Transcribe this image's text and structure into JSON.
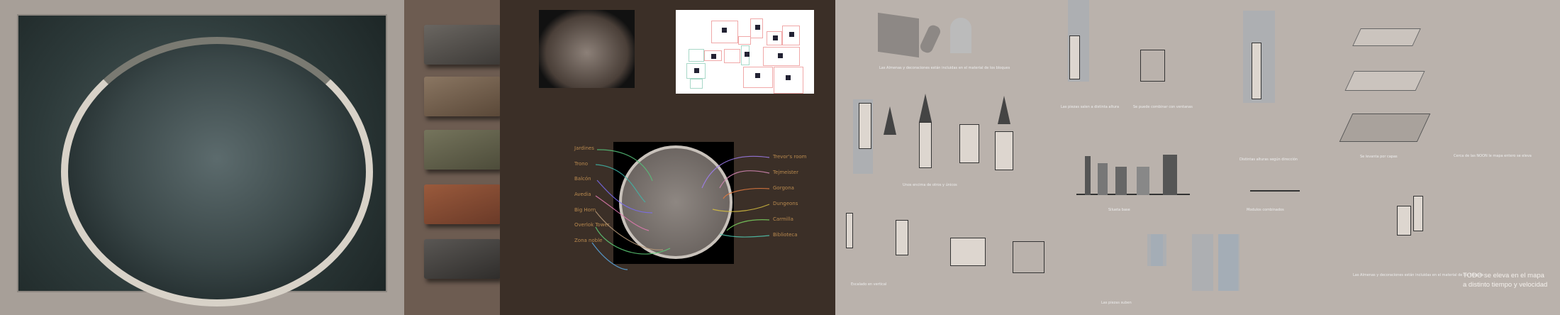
{
  "map_labels_left": [
    "Jardines",
    "Trono",
    "Balcón",
    "Avedia",
    "Big Horn",
    "Overlok Tower",
    "Zona noble"
  ],
  "map_labels_right": [
    "Trevor's room",
    "Tejmeister",
    "Gorgona",
    "Dungeons",
    "Carmilla",
    "Biblioteca"
  ],
  "captions": {
    "walls": "Las Almenas y decoraciones están incluidas en el material de los bloques",
    "towers": "Las piezas salen a distinta altura",
    "spire_merge": "Unos encima de otros y únicos",
    "building": "Se puede combinar con ventanas",
    "silhouette": "Silueta base",
    "heights": "Distintas alturas según dirección",
    "pieces": "Modulos combinados",
    "scale": "Escalado en vertical",
    "lift": "Las piezas suben",
    "stack": "Se levanta por capas",
    "noon": "Cerca de las NOON le mapa entero se eleva"
  },
  "conclusion": {
    "line1": "TODO se eleva en el mapa",
    "line2": "a distinto tiempo y velocidad"
  },
  "texture_colors": [
    "#4d4a47",
    "#6e5a48",
    "#5b5a44",
    "#7a4a33",
    "#3f3d3b"
  ],
  "link_colors": [
    "#56c07a",
    "#3fb6a8",
    "#7a6cf0",
    "#e07ab0",
    "#b89a7a",
    "#5fd07a",
    "#5aa7e0",
    "#a07ef0",
    "#d88ab8",
    "#e07a40",
    "#d8c040",
    "#7ad060",
    "#50c8b0"
  ]
}
